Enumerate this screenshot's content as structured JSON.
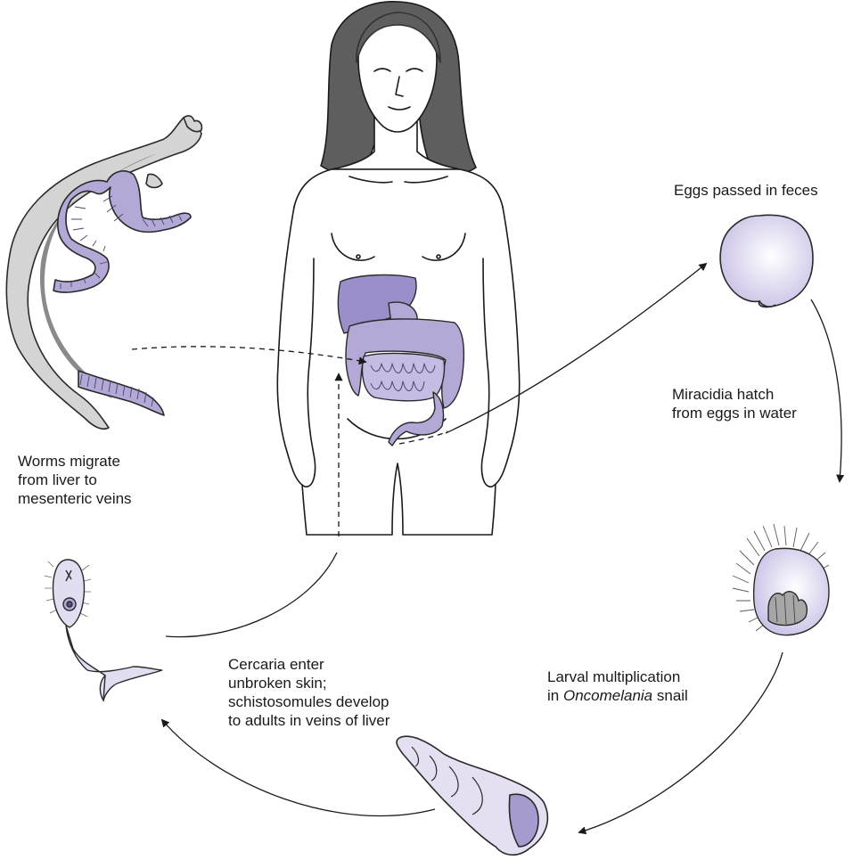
{
  "diagram": {
    "colors": {
      "lavender": "#b3a8d6",
      "lavender_dark": "#8f82bf",
      "light_lavender": "#e2def2",
      "gray_worm": "#d4d4d4",
      "hair": "#5a5a5a",
      "line": "#1a1a1a"
    },
    "labels": {
      "eggs": "Eggs passed in feces",
      "miracidia": [
        "Miracidia hatch",
        "from eggs in water"
      ],
      "larval_line1": "Larval multiplication",
      "larval_line2_prefix": "in ",
      "larval_line2_italic": "Oncomelania",
      "larval_line2_suffix": " snail",
      "cercaria": [
        "Cercaria enter",
        "unbroken skin;",
        "schistosomules develop",
        "to adults in veins of liver"
      ],
      "worms": [
        "Worms migrate",
        "from liver to",
        "mesenteric veins"
      ]
    },
    "icons": [
      "human-figure-icon",
      "adult-worm-pair-icon",
      "egg-icon",
      "miracidium-icon",
      "snail-shell-icon",
      "cercaria-icon"
    ]
  }
}
